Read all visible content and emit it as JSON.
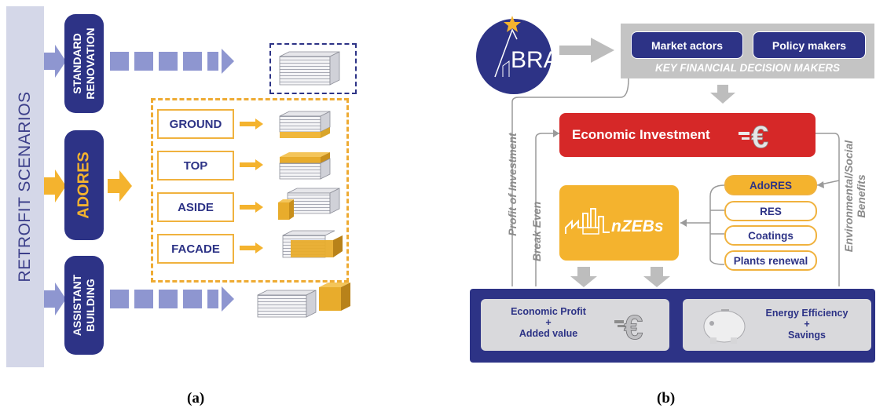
{
  "panel_a": {
    "retrofit_label": "RETROFIT SCENARIOS",
    "standard_renovation": [
      "STANDARD",
      "RENOVATION"
    ],
    "adores": "ADORES",
    "assistant_building": [
      "ASSISTANT",
      "BUILDING"
    ],
    "levels": [
      "GROUND",
      "TOP",
      "ASIDE",
      "FACADE"
    ],
    "caption": "(a)"
  },
  "panel_b": {
    "logo_text": "BRA",
    "market_actors": "Market actors",
    "policy_makers": "Policy makers",
    "key_decision_makers": "KEY FINANCIAL DECISION MAKERS",
    "economic_investment": "Economic Investment",
    "nzebs": "nZEBs",
    "options": [
      "AdoRES",
      "RES",
      "Coatings",
      "Plants renewal"
    ],
    "profit_of_investment": "Profit of Investment",
    "break_even": "Break Even",
    "env_social_benefits": [
      "Environmental/Social",
      "Benefits"
    ],
    "economic_profit": [
      "Economic Profit",
      "+",
      "Added value"
    ],
    "energy_efficiency": [
      "Energy Efficiency",
      "+",
      "Savings"
    ],
    "euro_symbol": "€",
    "caption": "(b)"
  },
  "colors": {
    "navy": "#2d3386",
    "orange": "#f4b32e",
    "red": "#d62828",
    "light_gray": "#c4c4c4",
    "lavender": "#8e96d0"
  }
}
